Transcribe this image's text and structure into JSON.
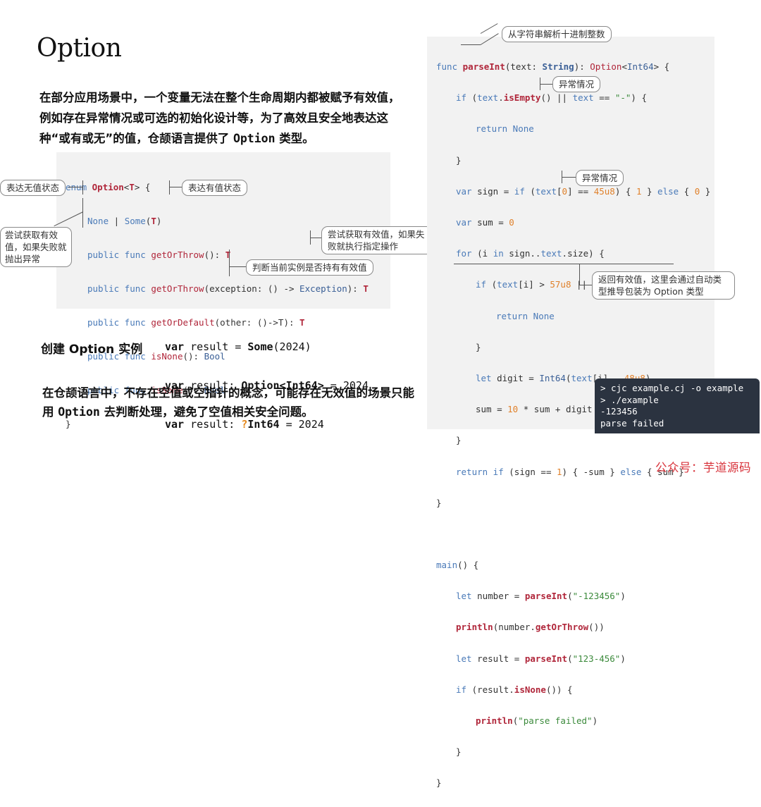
{
  "title": "Option",
  "intro": {
    "part1": "在部分应用场景中，一个变量无法在整个生命周期内都被赋予有效值，例如存在异常情况或可选的初始化设计等，为了高效且安全地表达这种“或有或无”的值，仓颉语言提供了 ",
    "code": "Option",
    "part2": " 类型。"
  },
  "enum_code": {
    "lines": [
      [
        "enum ",
        "Option",
        "<",
        "T",
        "> {"
      ],
      [
        "None",
        " | ",
        "Some",
        "(",
        "T",
        ")"
      ],
      [
        "public func ",
        "getOrThrow",
        "(): ",
        "T"
      ],
      [
        "public func ",
        "getOrThrow",
        "(exception: () -> ",
        "Exception",
        "): ",
        "T"
      ],
      [
        "public func ",
        "getOrDefault",
        "(other: ()->T): ",
        "T"
      ],
      [
        "public func ",
        "isNone",
        "(): ",
        "Bool"
      ],
      [
        "public func ",
        "isSome",
        "(): ",
        "Bool"
      ],
      [
        "}"
      ]
    ]
  },
  "callouts": {
    "no_value": "表达无值状态",
    "has_value": "表达有值状态",
    "try_get_throw": "尝试获取有效值，如果失败就抛出异常",
    "try_get_default": "尝试获取有效值，如果失败就执行指定操作",
    "check_instance": "判断当前实例是否持有有效值",
    "parse_from_string": "从字符串解析十进制整数",
    "exception1": "异常情况",
    "exception2": "异常情况",
    "return_valid": "返回有效值，这里会通过自动类型推导包装为 Option 类型"
  },
  "create_section": {
    "label": "创建 Option 实例",
    "lines": [
      {
        "kw": "var",
        "rest1": " result = ",
        "bold": "Some",
        "rest2": "(2024)"
      },
      {
        "kw": "var",
        "rest1": " result: ",
        "bold": "Option<Int64>",
        "rest2": " = 2024"
      },
      {
        "kw": "var",
        "rest1": " result: ",
        "q": "?",
        "bold": "Int64",
        "rest2": " = 2024"
      }
    ]
  },
  "outro": {
    "part1": "在仓颉语言中，不存在空值或空指针的概念，可能存在无效值的场景只能用 ",
    "code": "Option",
    "part2": " 去判断处理，避免了空值相关安全问题。"
  },
  "terminal": {
    "lines": [
      "> cjc example.cj -o example",
      "> ./example",
      "-123456",
      "parse failed"
    ]
  },
  "watermark": "公众号：芋道源码",
  "colors": {
    "keyword": "#4a7ab8",
    "function": "#b0263a",
    "number": "#e0812b",
    "string": "#3b8a3b",
    "code_bg": "#f2f2f2",
    "terminal_bg": "#2b3340",
    "watermark": "#d8343c"
  }
}
